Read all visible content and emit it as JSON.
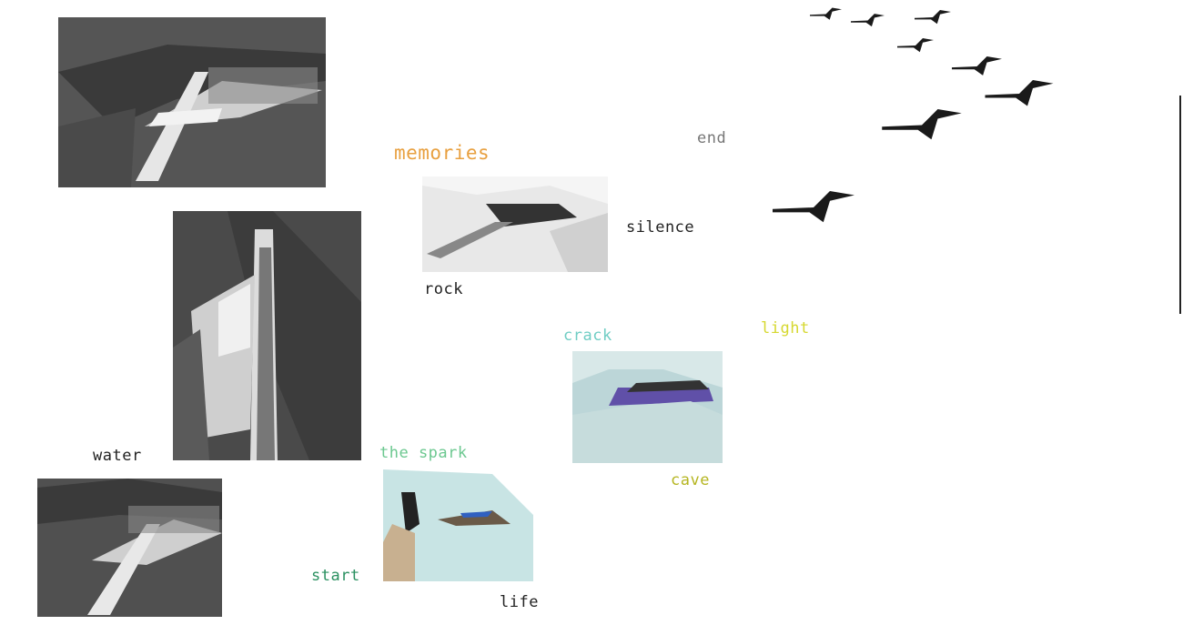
{
  "labels": {
    "memories": "memories",
    "end": "end",
    "silence": "silence",
    "rock": "rock",
    "crack": "crack",
    "light": "light",
    "water": "water",
    "the_spark": "the spark",
    "cave": "cave",
    "start": "start",
    "life": "life"
  },
  "colors": {
    "memories": "#e8a040",
    "end": "#777777",
    "crack": "#70cdc4",
    "light": "#d6d830",
    "the_spark": "#6cc890",
    "cave": "#b5b520",
    "start": "#2a9060",
    "dark_text": "#222222"
  }
}
